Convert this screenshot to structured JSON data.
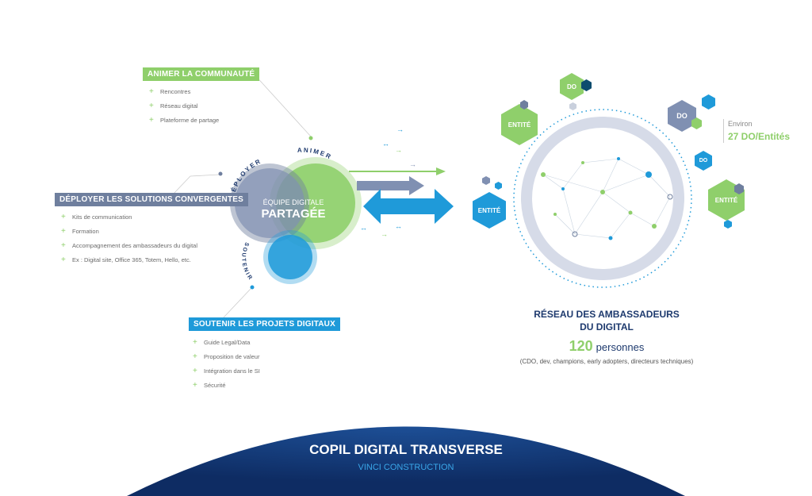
{
  "sections": {
    "animer": {
      "title": "ANIMER LA COMMUNAUTÉ",
      "items": [
        "Rencontres",
        "Réseau digital",
        "Plateforme de partage"
      ]
    },
    "deployer": {
      "title": "DÉPLOYER LES SOLUTIONS CONVERGENTES",
      "items": [
        "Kits de communication",
        "Formation",
        "Accompagnement des ambassadeurs du digital",
        "Ex : Digital site, Office 365, Totem, Hello, etc."
      ]
    },
    "soutenir": {
      "title": "SOUTENIR LES PROJETS DIGITAUX",
      "items": [
        "Guide Legal/Data",
        "Proposition de valeur",
        "Intégration dans le SI",
        "Sécurité"
      ]
    }
  },
  "center": {
    "line1": "ÉQUIPE DIGITALE",
    "line2": "PARTAGÉE",
    "arc_animer": "ANIMER",
    "arc_deployer": "DÉPLOYER",
    "arc_soutenir": "SOUTENIR"
  },
  "hexagons": {
    "do_label": "DO",
    "entite_label": "ENTITÉ"
  },
  "environ": {
    "label": "Environ",
    "value": "27 DO/Entités"
  },
  "network": {
    "title_line1": "RÉSEAU DES AMBASSADEURS",
    "title_line2": "DU DIGITAL",
    "count": "120",
    "count_label": "personnes",
    "subtitle": "(CDO, dev, champions, early adopters, directeurs techniques)"
  },
  "copil": {
    "title": "COPIL DIGITAL TRANSVERSE",
    "subtitle": "VINCI CONSTRUCTION"
  },
  "colors": {
    "green": "#8fcf6b",
    "gray_blue": "#6f7f9e",
    "blue": "#1f9ad9",
    "navy": "#1e3a6e"
  }
}
